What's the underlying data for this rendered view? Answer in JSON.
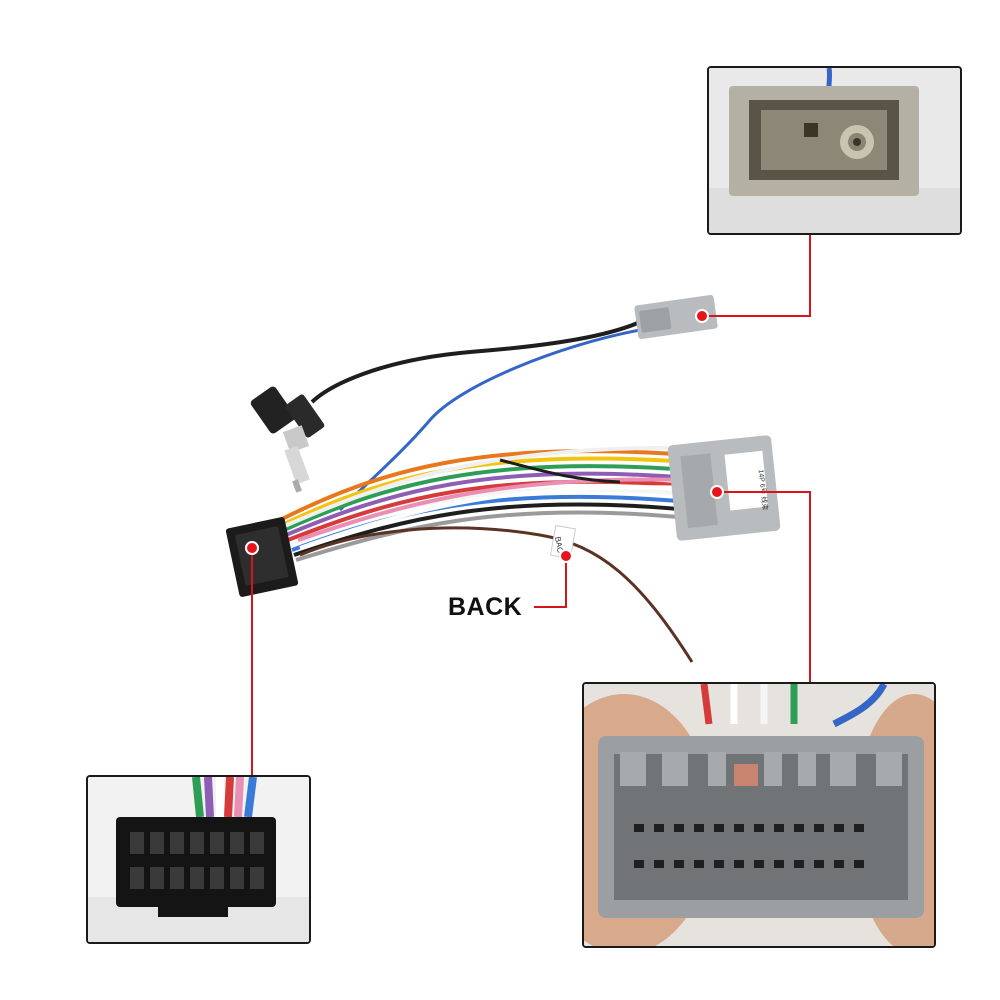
{
  "labels": {
    "back": "BACK"
  },
  "connector_tag_text": "14P 6号 线束",
  "wire_tag_text": "BAC",
  "colors": {
    "callout_line": "#d4161c",
    "callout_dot": "#e8141b",
    "connector_grey": "#b9bcbf",
    "connector_black": "#1b1b1b",
    "brown_wire": "#5a3324",
    "blue_wire": "#3566c7",
    "black_wire": "#1e1e1e"
  },
  "wire_palette": [
    "#e8781e",
    "#f1c40f",
    "#2e9e57",
    "#8e5db4",
    "#d63b3b",
    "#ffffff",
    "#3b7bd8",
    "#1e1e1e",
    "#9a9a9a",
    "#e88fb3"
  ]
}
